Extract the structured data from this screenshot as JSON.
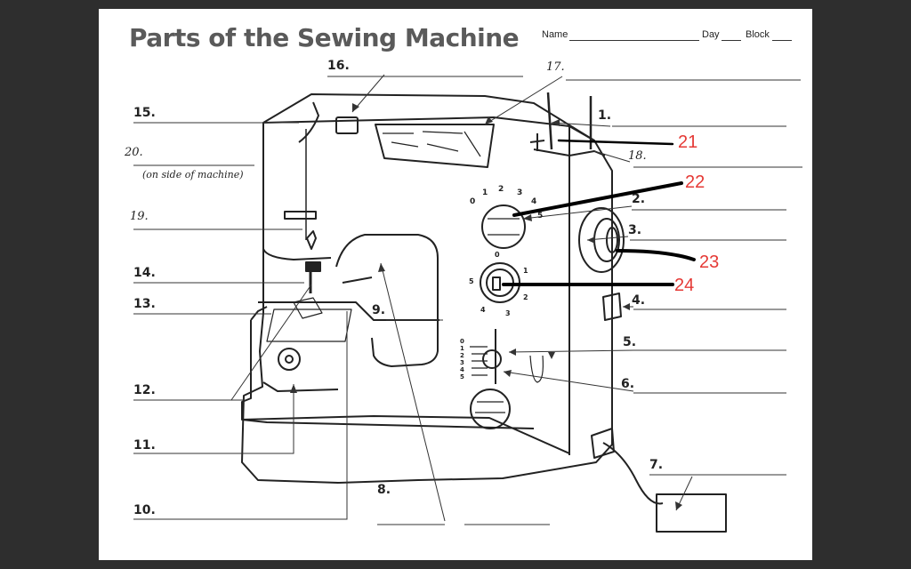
{
  "worksheet": {
    "title": "Parts of the Sewing Machine",
    "name_label": "Name",
    "day_label": "Day",
    "block_label": "Block",
    "note_20": "(on side of machine)"
  },
  "labels": {
    "n1": "1.",
    "n2": "2.",
    "n3": "3.",
    "n4": "4.",
    "n5": "5.",
    "n6": "6.",
    "n7": "7.",
    "n8": "8.",
    "n9": "9.",
    "n10": "10.",
    "n11": "11.",
    "n12": "12.",
    "n13": "13.",
    "n14": "14.",
    "n15": "15.",
    "n16": "16.",
    "n17": "17.",
    "n18": "18.",
    "n19": "19.",
    "n20": "20."
  },
  "added_labels": {
    "n21": "21",
    "n22": "22",
    "n23": "23",
    "n24": "24"
  },
  "dial_numbers": {
    "stitch_length": [
      "0",
      "1",
      "2",
      "3",
      "4",
      "5"
    ],
    "stitch_width": [
      "0",
      "1",
      "2",
      "3",
      "4",
      "5"
    ],
    "scale": [
      "0",
      "1",
      "2",
      "3",
      "4",
      "5"
    ]
  },
  "colors": {
    "background": "#2e2e2e",
    "paper": "#ffffff",
    "annotation": "#e53935"
  }
}
